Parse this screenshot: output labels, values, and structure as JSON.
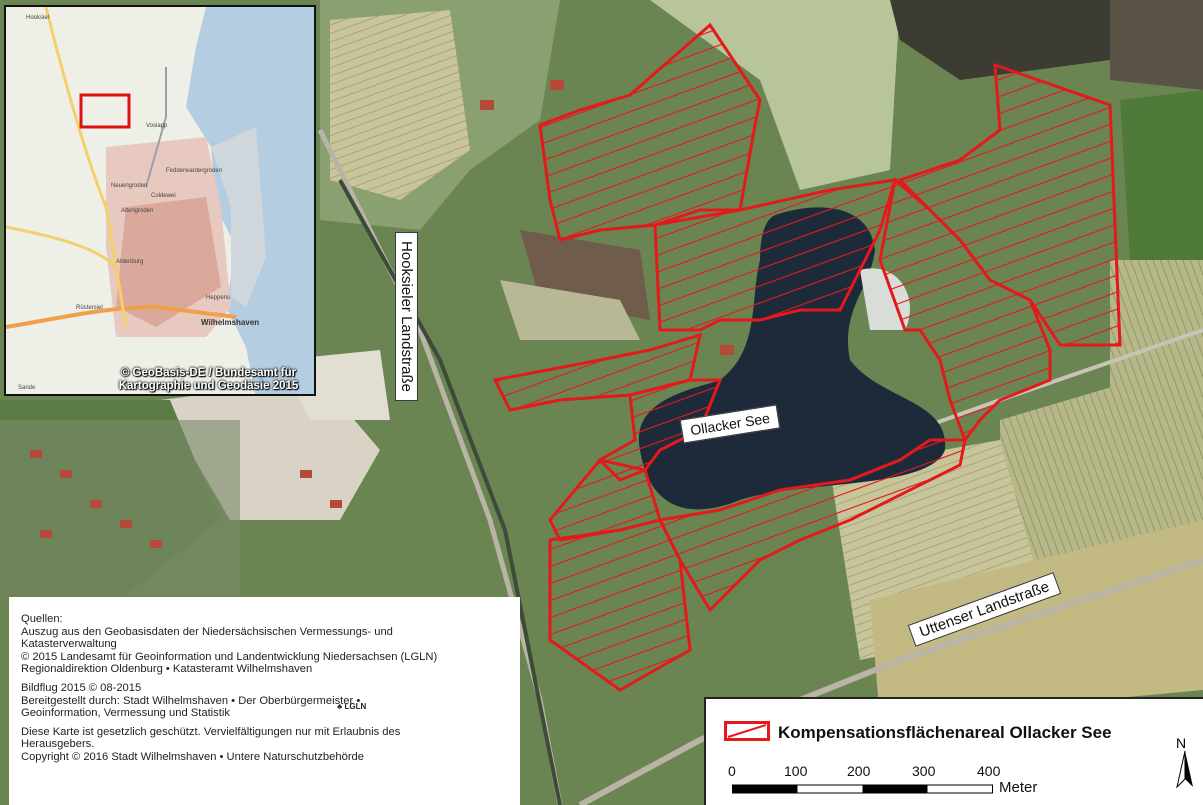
{
  "map": {
    "lake_label": "Ollacker See",
    "roads": {
      "hooksieler": "Hooksieler Landstraße",
      "uttenser": "Uttenser Landstraße"
    }
  },
  "inset": {
    "copyright_line1": "© GeoBasis-DE / Bundesamt für",
    "copyright_line2": "Kartographie und Geodäsie 2015",
    "place_labels": [
      "Hooksiel",
      "Voslapp",
      "Wilhelmshaven",
      "Sande",
      "Altengroden",
      "Fedderwardergroden",
      "Neuengroden",
      "Aldenburg",
      "Rüstersiel",
      "Coldewei",
      "Heppens"
    ]
  },
  "sources": {
    "line1": "Quellen:",
    "line2": "Auszug aus den Geobasisdaten der Niedersächsischen Vermessungs- und",
    "line3": "Katasterverwaltung",
    "line4": "© 2015 Landesamt für Geoinformation und Landentwicklung Niedersachsen (LGLN)",
    "line5": "Regionaldirektion Oldenburg • Katasteramt Wilhelmshaven",
    "line6": "Bildflug 2015 © 08-2015",
    "line7": "Bereitgestellt durch: Stadt Wilhelmshaven • Der Oberbürgermeister •",
    "line8": "Geoinformation, Vermessung und Statistik",
    "line9": "Diese Karte ist gesetzlich geschützt. Vervielfältigungen nur mit Erlaubnis des",
    "line10": "Herausgebers.",
    "line11": "Copyright © 2016 Stadt Wilhelmshaven • Untere Naturschutzbehörde",
    "lgln_logo": "LGLN"
  },
  "legend": {
    "label": "Kompensationsflächenareal Ollacker See",
    "scale_ticks": [
      "0",
      "100",
      "200",
      "300",
      "400"
    ],
    "scale_unit": "Meter",
    "north": "N",
    "area_color": "#e31a1c"
  }
}
